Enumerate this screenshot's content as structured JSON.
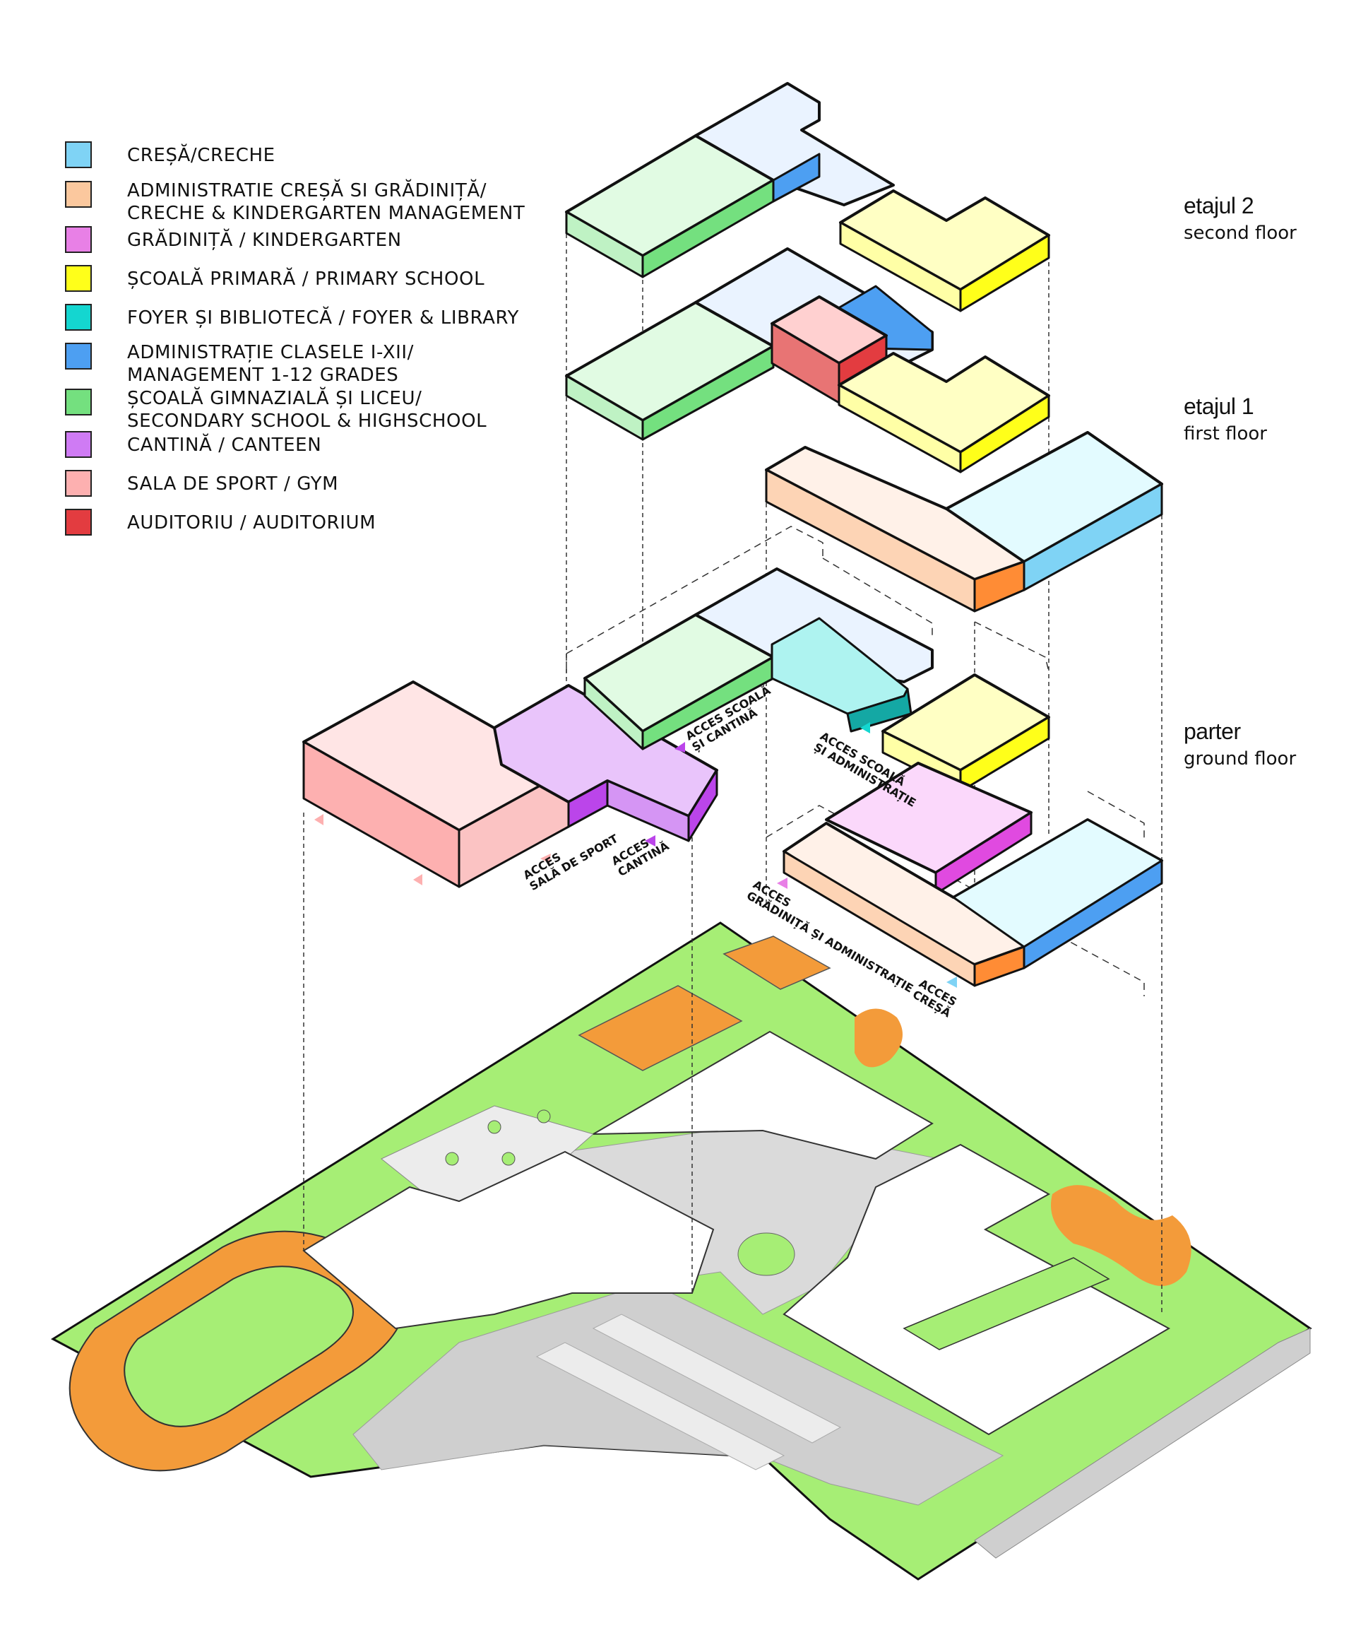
{
  "legend": [
    {
      "label": "CREȘĂ/CRECHE",
      "color": "#7fd3f5"
    },
    {
      "label": "ADMINISTRATIE CREȘĂ SI GRĂDINIȚĂ/\nCRECHE & KINDERGARTEN MANAGEMENT",
      "color": "#fbc89e"
    },
    {
      "label": "GRĂDINIȚĂ / KINDERGARTEN",
      "color": "#e880e6"
    },
    {
      "label": "ȘCOALĂ PRIMARĂ / PRIMARY SCHOOL",
      "color": "#ffff1a"
    },
    {
      "label": "FOYER ȘI BIBLIOTECĂ / FOYER & LIBRARY",
      "color": "#14d6d0"
    },
    {
      "label": "ADMINISTRAȚIE CLASELE I-XII/\nMANAGEMENT 1-12 GRADES",
      "color": "#4d9ff2"
    },
    {
      "label": "ȘCOALĂ GIMNAZIALĂ ȘI LICEU/\nSECONDARY SCHOOL & HIGHSCHOOL",
      "color": "#74e07f"
    },
    {
      "label": "CANTINĂ / CANTEEN",
      "color": "#cf7bf4"
    },
    {
      "label": "SALA DE SPORT / GYM",
      "color": "#fdb0b0"
    },
    {
      "label": "AUDITORIU  / AUDITORIUM",
      "color": "#e33c40"
    }
  ],
  "floors": [
    {
      "name": "etajul 2",
      "sub": "second floor"
    },
    {
      "name": "etajul 1",
      "sub": "first floor"
    },
    {
      "name": "parter",
      "sub": "ground floor"
    }
  ],
  "access": {
    "scoala_cantina": "ACCES SCOALĂ\nȘI CANTINĂ",
    "scoala_admin": "ACCES SCOALĂ\nȘI ADMINISTRAȚIE",
    "sala_sport": "ACCES\nSALĂ DE SPORT",
    "cantina": "ACCES\nCANTINĂ",
    "gradinita_admin": "ACCES\nGRĂDINIȚĂ ȘI ADMINISTRAȚIE",
    "cresa": "ACCES\nCREȘĂ"
  }
}
